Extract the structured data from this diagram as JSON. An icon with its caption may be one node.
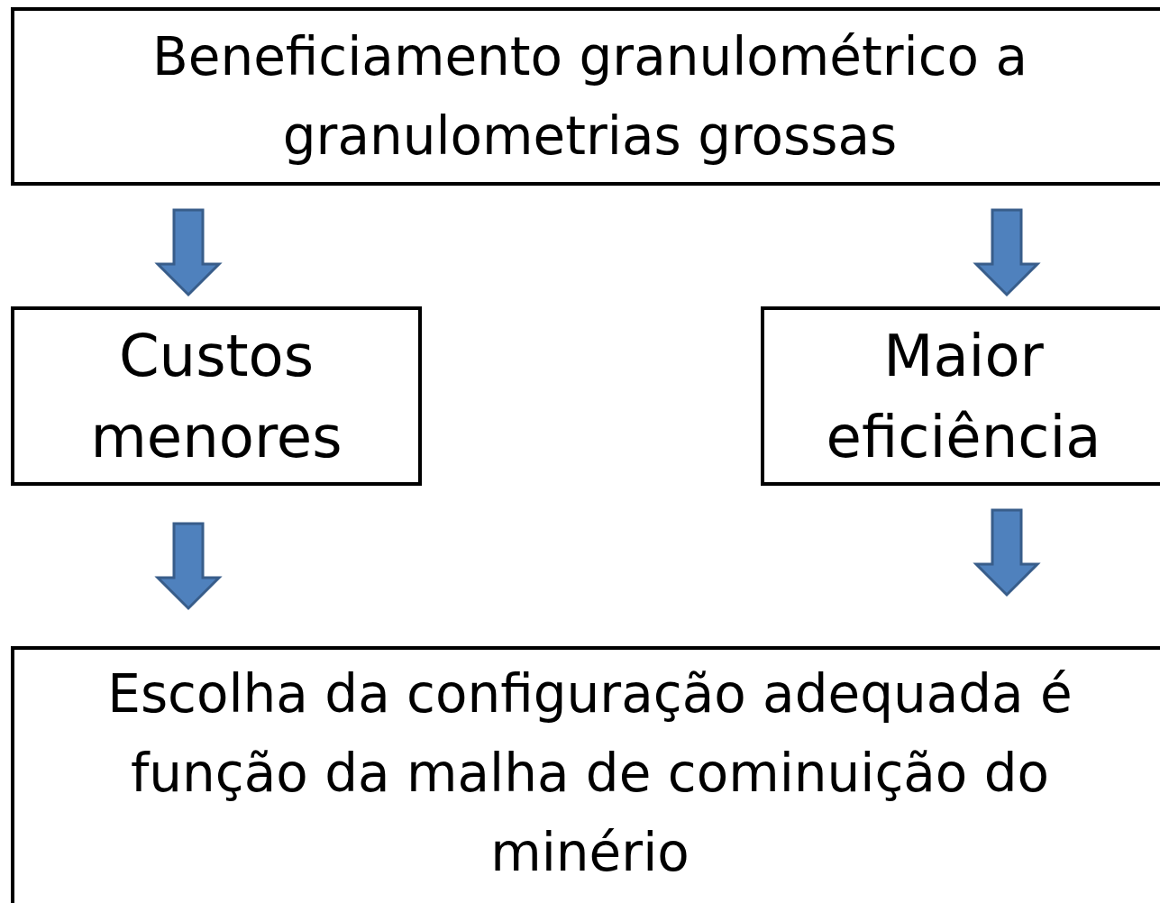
{
  "diagram": {
    "nodes": [
      {
        "text": [
          "Beneficiamento granulométrico a granulometrias grossas"
        ]
      },
      {
        "text": [
          "Custos menores"
        ]
      },
      {
        "text": [
          "Maior eficiência"
        ]
      },
      {
        "text": [
          "Escolha da configuração adequada é função da malha de cominuição do minério"
        ]
      }
    ],
    "edges": [
      {
        "from": 0,
        "to": 1,
        "arrow": "to"
      },
      {
        "from": 0,
        "to": 2,
        "arrow": "to"
      },
      {
        "from": 1,
        "to": 3,
        "arrow": "to"
      },
      {
        "from": 2,
        "to": 3,
        "arrow": "to"
      }
    ]
  }
}
